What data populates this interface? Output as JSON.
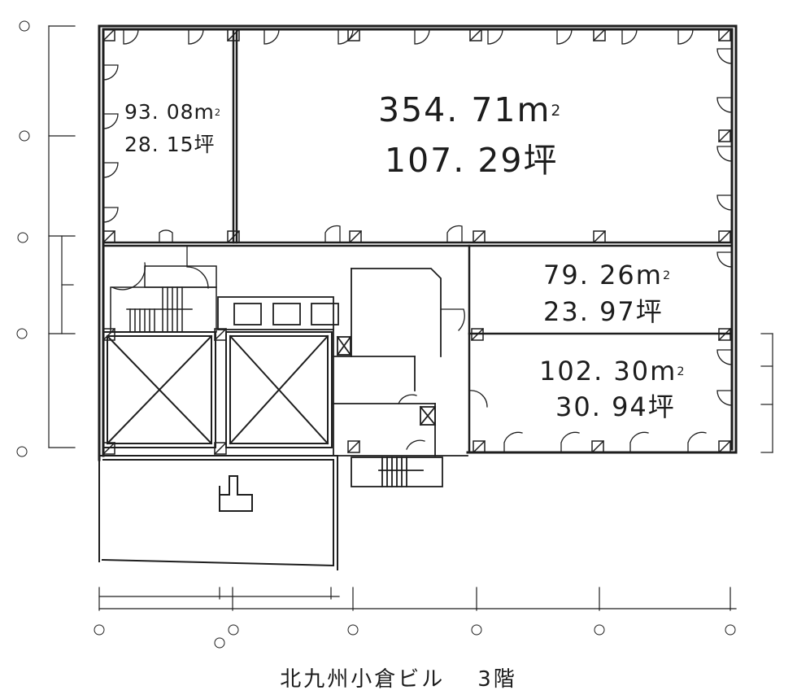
{
  "title": {
    "building": "北九州小倉ビル",
    "floor": "3階"
  },
  "rooms": [
    {
      "id": "room-a",
      "area_m2": "93.08",
      "area_m2_display": "93. 08",
      "area_tsubo": "28.15",
      "area_tsubo_display": "28. 15",
      "unit_m2": "m",
      "unit_sq": "2",
      "unit_tsubo": "坪"
    },
    {
      "id": "room-b",
      "area_m2": "354.71",
      "area_m2_display": "354. 71",
      "area_tsubo": "107.29",
      "area_tsubo_display": "107. 29",
      "unit_m2": "m",
      "unit_sq": "2",
      "unit_tsubo": "坪"
    },
    {
      "id": "room-c",
      "area_m2": "79.26",
      "area_m2_display": "79. 26",
      "area_tsubo": "23.97",
      "area_tsubo_display": "23. 97",
      "unit_m2": "m",
      "unit_sq": "2",
      "unit_tsubo": "坪"
    },
    {
      "id": "room-d",
      "area_m2": "102.30",
      "area_m2_display": "102. 30",
      "area_tsubo": "30.94",
      "area_tsubo_display": "30. 94",
      "unit_m2": "m",
      "unit_sq": "2",
      "unit_tsubo": "坪"
    }
  ],
  "colors": {
    "line": "#1e1e1e",
    "background": "#ffffff",
    "text": "#1c1c1c"
  }
}
